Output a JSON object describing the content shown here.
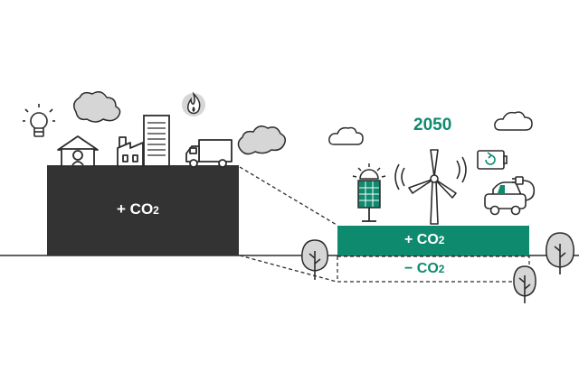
{
  "colors": {
    "dark": "#333333",
    "green": "#0e8a6e",
    "line": "#2b2b2b",
    "cloud": "#d6d6d6",
    "white": "#ffffff"
  },
  "left_block": {
    "plus_sign": "+",
    "co_text": "CO",
    "subscript": "2"
  },
  "future": {
    "year": "2050",
    "emissions": {
      "plus_sign": "+",
      "co_text": "CO",
      "subscript": "2"
    },
    "removal": {
      "minus_sign": "−",
      "co_text": "CO",
      "subscript": "2"
    }
  },
  "icons": {
    "current": [
      "lightbulb-icon",
      "house-icon",
      "factory-icon",
      "building-icon",
      "truck-icon",
      "flame-icon",
      "smoke-cloud-icon"
    ],
    "future": [
      "solar-panel-icon",
      "sun-icon",
      "wind-turbine-icon",
      "battery-recharge-icon",
      "electric-car-icon",
      "cloud-icon",
      "tree-icon"
    ]
  }
}
